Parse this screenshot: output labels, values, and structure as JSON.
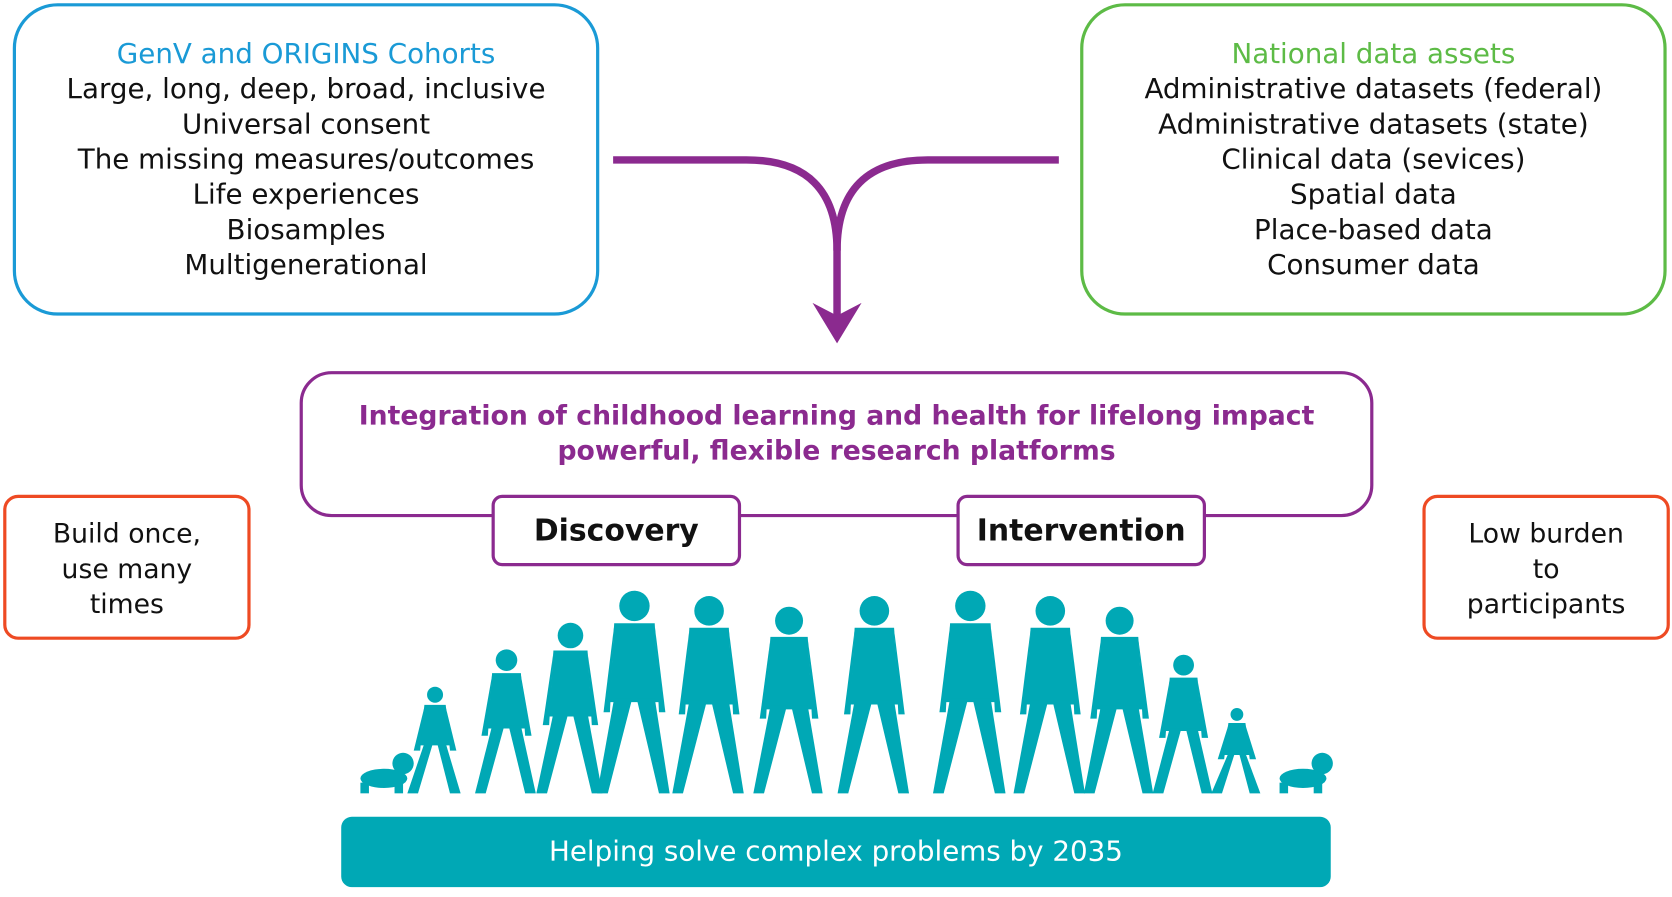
{
  "cohorts_box": {
    "title": "GenV and ORIGINS Cohorts",
    "lines": [
      "Large, long, deep, broad, inclusive",
      "Universal consent",
      "The missing measures/outcomes",
      "Life experiences",
      "Biosamples",
      "Multigenerational"
    ]
  },
  "national_box": {
    "title": "National data assets",
    "lines": [
      "Administrative datasets (federal)",
      "Administrative datasets (state)",
      "Clinical data (sevices)",
      "Spatial data",
      "Place-based data",
      "Consumer data"
    ]
  },
  "integration_box": {
    "line1": "Integration of childhood learning and health for lifelong impact",
    "line2": "powerful, flexible research platforms",
    "tabs": [
      "Discovery",
      "Intervention"
    ]
  },
  "side_boxes": {
    "left": [
      "Build once,",
      "use many",
      "times"
    ],
    "right": [
      "Low burden",
      "to",
      "participants"
    ]
  },
  "footer_bar": "Helping solve complex problems by 2035",
  "colors": {
    "blue": "#1a9ad6",
    "green": "#5dbb46",
    "purple": "#8b2a8f",
    "red": "#ee4a23",
    "teal": "#00a8b5"
  }
}
